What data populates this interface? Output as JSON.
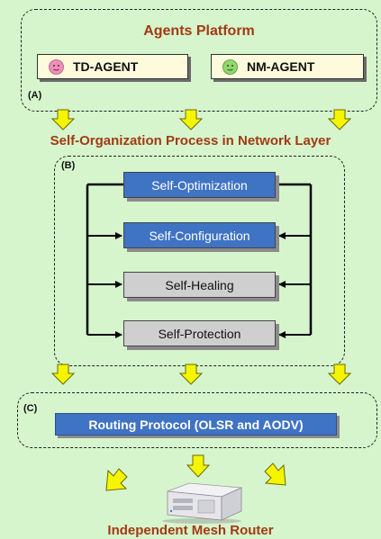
{
  "section_a": {
    "label": "(A)",
    "title": "Agents Platform",
    "agents": [
      {
        "label": "TD-AGENT",
        "icon": "pink-smiley-icon",
        "color": "#f08fb8"
      },
      {
        "label": "NM-AGENT",
        "icon": "green-smiley-icon",
        "color": "#8fd86a"
      }
    ]
  },
  "middle_title": "Self-Organization Process in Network Layer",
  "section_b": {
    "label": "(B)",
    "processes": [
      {
        "label": "Self-Optimization",
        "style": "blue"
      },
      {
        "label": "Self-Configuration",
        "style": "blue"
      },
      {
        "label": "Self-Healing",
        "style": "gray"
      },
      {
        "label": "Self-Protection",
        "style": "gray"
      }
    ]
  },
  "section_c": {
    "label": "(C)",
    "protocol": "Routing Protocol (OLSR and AODV)"
  },
  "bottom_title": "Independent Mesh Router",
  "colors": {
    "background": "#d6f5cd",
    "heading": "#a23a13",
    "arrow_fill": "#f6f500",
    "box_blue": "#3f73c4",
    "box_gray": "#cfcfcf"
  }
}
